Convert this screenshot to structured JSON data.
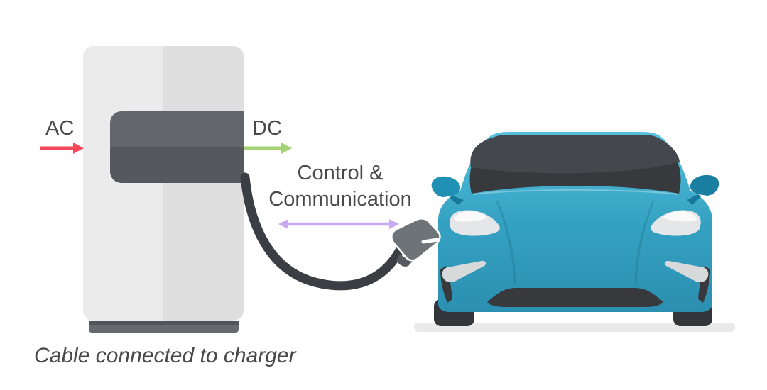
{
  "labels": {
    "ac": "AC",
    "dc": "DC",
    "control_line1": "Control &",
    "control_line2": "Communication",
    "caption": "Cable connected to charger"
  },
  "icons": [
    "charging-station-icon",
    "ac-arrow-icon",
    "dc-arrow-icon",
    "comm-arrow-icon",
    "ev-car-icon",
    "charging-cable-icon",
    "charging-plug-icon"
  ],
  "colors": {
    "text": "#494949",
    "ac_arrow": "#f4475b",
    "dc_arrow": "#a5d276",
    "comm_arrow": "#c9a9f1",
    "charger_body_left": "#ebebeb",
    "charger_body_right": "#dfdfdf",
    "panel_top": "#63676b",
    "panel_bottom": "#55595d",
    "base_top": "#515559",
    "base_bottom": "#666a6e",
    "cable": "#3b3f44",
    "plug": "#6e7378",
    "plug_trigger": "#565a5f",
    "car_body_top": "#55c1dd",
    "car_body_mid": "#35a2c3",
    "car_body_bottom": "#2b8fb1",
    "car_dark": "#37393d",
    "car_dark_sheen": "#44484d",
    "mirror": "#2090b4",
    "mirror_right": "#1b7fa2",
    "mirror_dark": "#17789c",
    "headlight": "#e4e6e7",
    "headlight_highlight": "#fafafa",
    "trim_light": "#d7d9da",
    "tire": "#33373b",
    "ground_shadow": "#eaeaea"
  }
}
